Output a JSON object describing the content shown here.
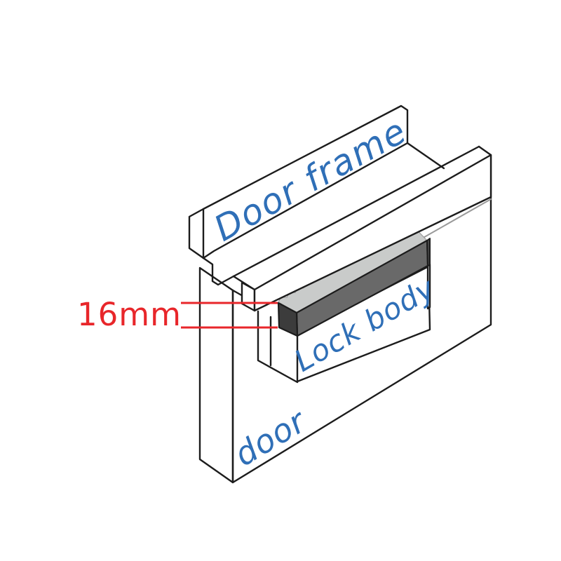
{
  "diagram": {
    "title_context": "door lock installation diagram",
    "labels": {
      "frame": "Door frame",
      "lock": "Lock body",
      "door": "door",
      "measurement": "16mm"
    },
    "measurement": {
      "value": "16mm",
      "refers_to": "latch plate thickness between top and bottom red guide lines"
    },
    "colors": {
      "background": "#ffffff",
      "outline": "#1c1c1c",
      "label_blue": "#2f6fb7",
      "measure_red": "#e8262a",
      "latch_front_gray": "#696969",
      "latch_end_dark": "#3c3c3c",
      "latch_top_light_gray": "#c9cbca",
      "hidden_edge_gray": "#9a9a9a"
    }
  }
}
